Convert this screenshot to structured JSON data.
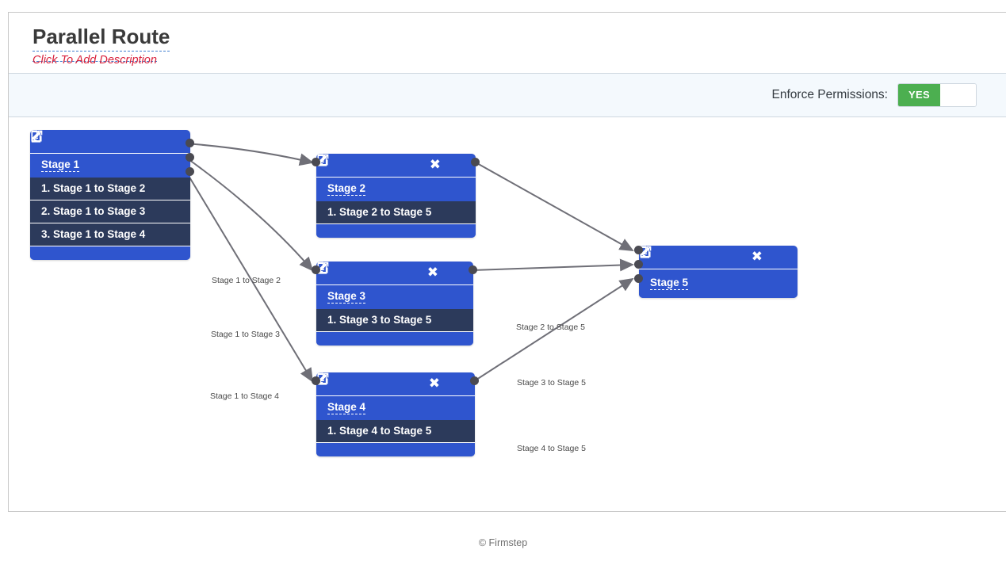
{
  "header": {
    "title": "Parallel Route",
    "description": "Click To Add Description"
  },
  "permissions": {
    "label": "Enforce Permissions:",
    "toggle_value": "YES",
    "toggle_on_color": "#4caf50"
  },
  "colors": {
    "node_blue": "#2f55ce",
    "transition_navy": "#2c3a5b",
    "edge_gray": "#6f6f77",
    "dot": "#4a4a52",
    "description_red": "#d9233d",
    "dashed_underline_blue": "#3f7fd0"
  },
  "icons": {
    "edit": "pencil-icon",
    "document": "document-icon",
    "close": "close-icon",
    "open": "external-link-icon"
  },
  "nodes": [
    {
      "id": "stage1",
      "title": "Stage 1",
      "has_close": false,
      "transitions": [
        "1. Stage 1 to Stage 2",
        "2. Stage 1 to Stage 3",
        "3. Stage 1 to Stage 4"
      ]
    },
    {
      "id": "stage2",
      "title": "Stage 2",
      "has_close": true,
      "transitions": [
        "1. Stage 2 to Stage 5"
      ]
    },
    {
      "id": "stage3",
      "title": "Stage 3",
      "has_close": true,
      "transitions": [
        "1. Stage 3 to Stage 5"
      ]
    },
    {
      "id": "stage4",
      "title": "Stage 4",
      "has_close": true,
      "transitions": [
        "1. Stage 4 to Stage 5"
      ]
    },
    {
      "id": "stage5",
      "title": "Stage 5",
      "has_close": true,
      "transitions": []
    }
  ],
  "edges": [
    {
      "label": "Stage 1 to Stage 2",
      "from": "stage1",
      "to": "stage2"
    },
    {
      "label": "Stage 1 to Stage 3",
      "from": "stage1",
      "to": "stage3"
    },
    {
      "label": "Stage 1 to Stage 4",
      "from": "stage1",
      "to": "stage4"
    },
    {
      "label": "Stage 2 to Stage 5",
      "from": "stage2",
      "to": "stage5"
    },
    {
      "label": "Stage 3 to Stage 5",
      "from": "stage3",
      "to": "stage5"
    },
    {
      "label": "Stage 4 to Stage 5",
      "from": "stage4",
      "to": "stage5"
    }
  ],
  "footer": {
    "copyright": "© Firmstep"
  }
}
